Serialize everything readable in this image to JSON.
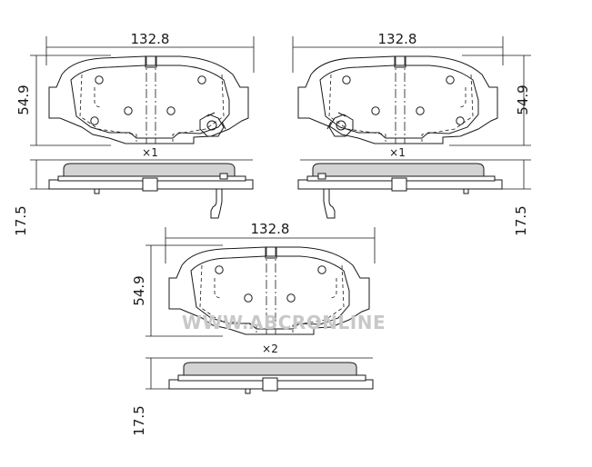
{
  "pads": [
    {
      "width": "132.8",
      "height": "54.9",
      "thickness": "17.5",
      "qty": "×1"
    },
    {
      "width": "132.8",
      "height": "54.9",
      "thickness": "17.5",
      "qty": "×1"
    },
    {
      "width": "132.8",
      "height": "54.9",
      "thickness": "17.5",
      "qty": "×2"
    }
  ],
  "watermark": "WWW.ABCRONLINE"
}
